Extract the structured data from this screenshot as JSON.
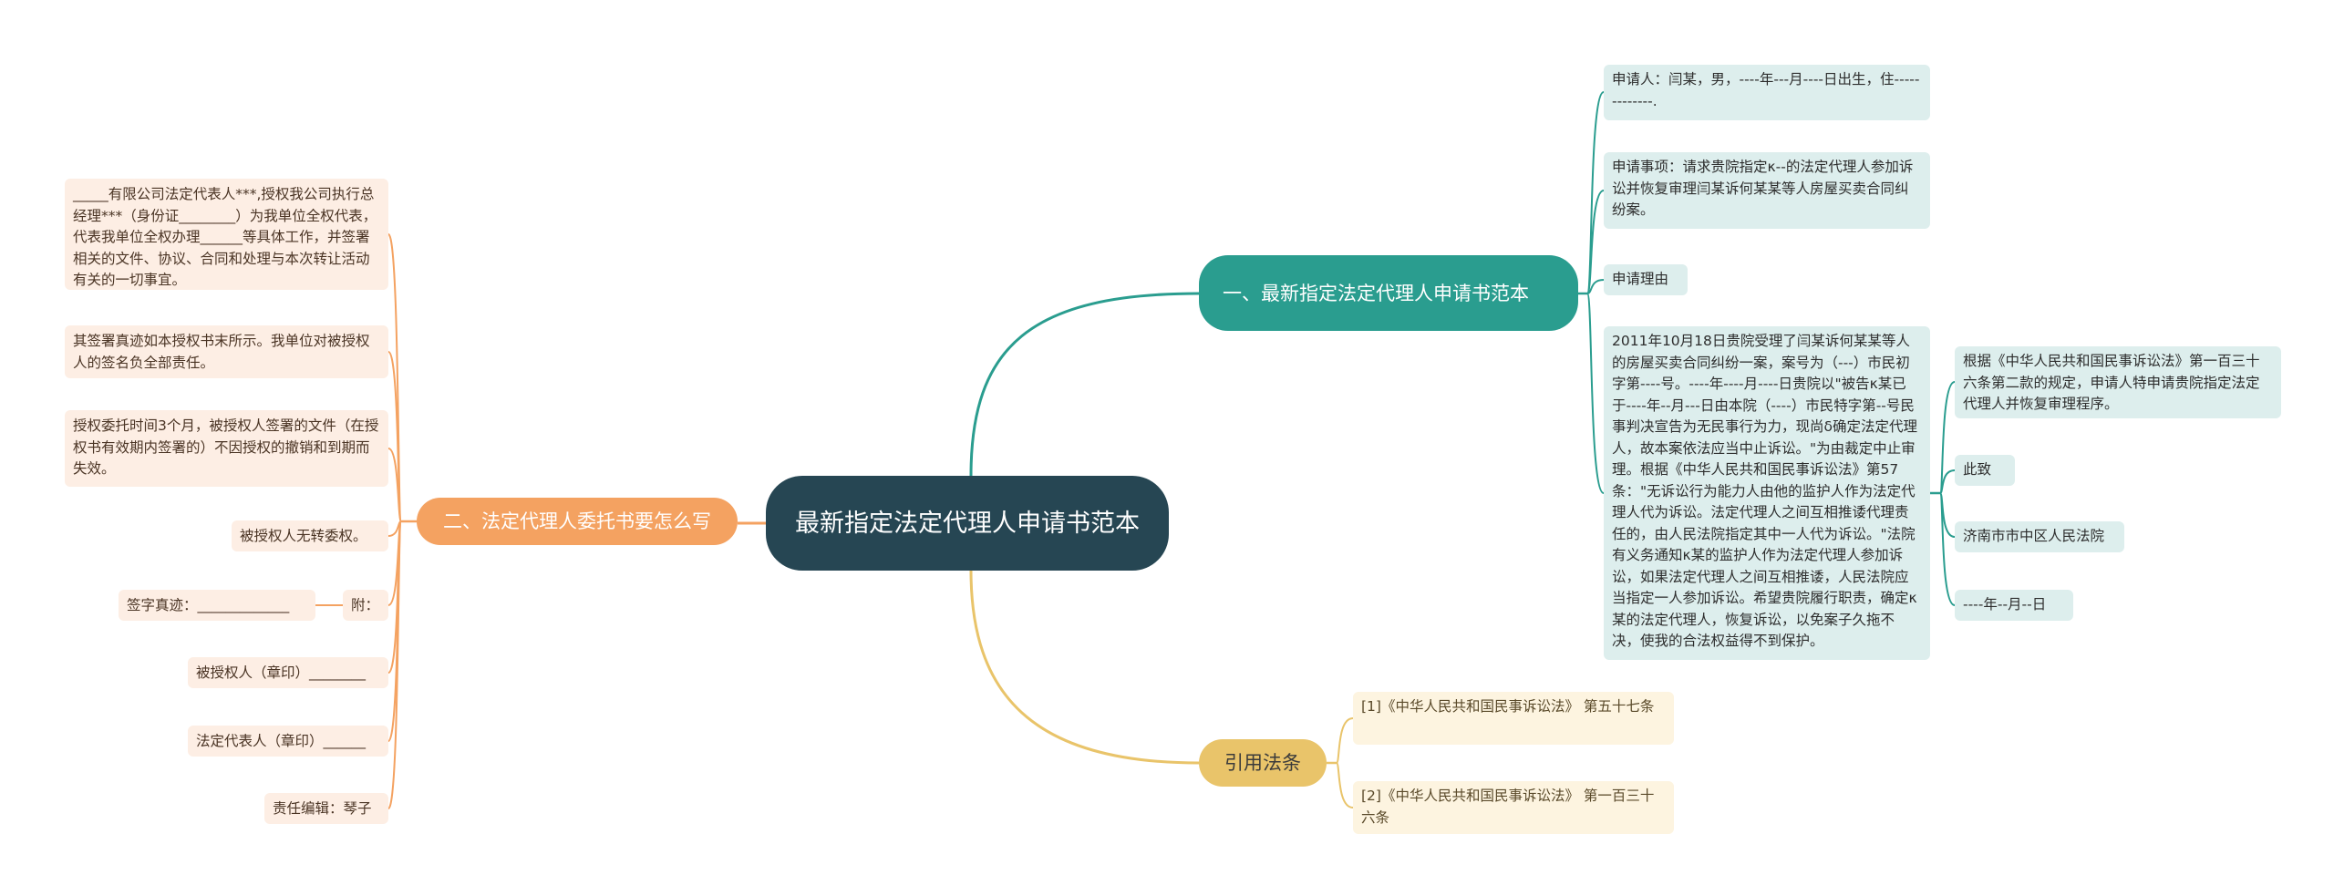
{
  "title": "最新指定法定代理人申请书范本",
  "branches": {
    "b1": "一、最新指定法定代理人申请书范本",
    "b2": "二、法定代理人委托书要怎么写",
    "b3": "引用法条"
  },
  "b1_items": {
    "applicant": "申请人：闫某，男，----年---月----日出生，住-------------.",
    "matters": "申请事项：请求贵院指定κ--的法定代理人参加诉讼并恢复审理闫某诉何某某等人房屋买卖合同纠纷案。",
    "reasons_label": "申请理由",
    "reasons_text": "2011年10月18日贵院受理了闫某诉何某某等人的房屋买卖合同纠纷一案，案号为（---）市民初字第----号。----年----月----日贵院以\"被告κ某已于----年--月---日由本院（----）市民特字第--号民事判决宣告为无民事行为力，现尚δ确定法定代理人，故本案依法应当中止诉讼。\"为由裁定中止审理。根据《中华人民共和国民事诉讼法》第57条：\"无诉讼行为能力人由他的监护人作为法定代理人代为诉讼。法定代理人之间互相推诿代理责任的，由人民法院指定其中一人代为诉讼。\"法院有义务通知κ某的监护人作为法定代理人参加诉讼，如果法定代理人之间互相推诿，人民法院应当指定一人参加诉讼。希望贵院履行职责，确定κ某的法定代理人，恢复诉讼，以免案子久拖不决，使我的合法权益得不到保护。",
    "sub": [
      "根据《中华人民共和国民事诉讼法》第一百三十六条第二款的规定，申请人特申请贵院指定法定代理人并恢复审理程序。",
      "此致",
      "济南市市中区人民法院",
      "----年--月--日"
    ]
  },
  "b2_items": {
    "p1": "_____有限公司法定代表人***,授权我公司执行总经理***（身份证________）为我单位全权代表，代表我单位全权办理______等具体工作，并签署相关的文件、协议、合同和处理与本次转让活动有关的一切事宜。",
    "p2": "其签署真迹如本授权书末所示。我单位对被授权人的签名负全部责任。",
    "p3": "授权委托时间3个月，被授权人签署的文件（在授权书有效期内签署的）不因授权的撤销和到期而失效。",
    "p4": "被授权人无转委权。",
    "attach_label": "附：",
    "signature": "签字真迹：_____________",
    "p5": "被授权人（章印）________",
    "p6": "法定代表人（章印）______",
    "p7": "责任编辑：琴子"
  },
  "b3_items": [
    "[1]《中华人民共和国民事诉讼法》 第五十七条",
    "[2]《中华人民共和国民事诉讼法》 第一百三十六条"
  ],
  "colors": {
    "root": "#264653",
    "branch1": "#2a9d8f",
    "branch2": "#f4a261",
    "branch3": "#e9c46a"
  }
}
